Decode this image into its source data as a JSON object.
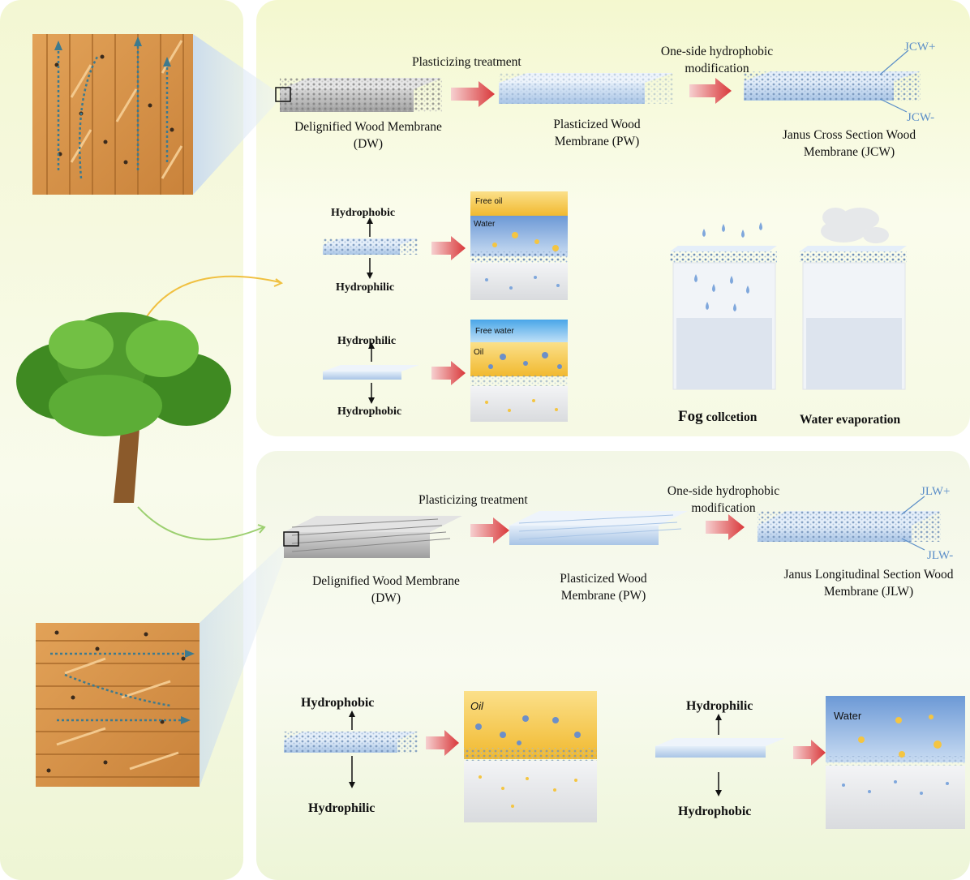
{
  "cross_section_flow": {
    "step1_label": "Plasticizing treatment",
    "step2_label_line1": "One-side hydrophobic",
    "step2_label_line2": "modification",
    "dw_line1": "Delignified Wood  Membrane",
    "dw_line2": "(DW)",
    "pw_line1": "Plasticized Wood",
    "pw_line2": "Membrane (PW)",
    "jcw_line1": "Janus Cross Section Wood",
    "jcw_line2": "Membrane (JCW)",
    "side_plus": "JCW+",
    "side_minus": "JCW-"
  },
  "cross_section_apps": {
    "oil_water_1": {
      "top_label": "Hydrophobic",
      "bottom_label": "Hydrophilic",
      "upper_phase": "Free oil",
      "lower_phase": "Water"
    },
    "oil_water_2": {
      "top_label": "Hydrophilic",
      "bottom_label": "Hydrophobic",
      "upper_phase": "Free water",
      "lower_phase": "Oil"
    },
    "fog_label_big": "Fog",
    "fog_label_rest": " collcetion",
    "evap_label": "Water evaporation"
  },
  "longitudinal_flow": {
    "step1_label": "Plasticizing treatment",
    "step2_label_line1": "One-side hydrophobic",
    "step2_label_line2": "modification",
    "dw_line1": "Delignified Wood  Membrane",
    "dw_line2": "(DW)",
    "pw_line1": "Plasticized Wood",
    "pw_line2": "Membrane (PW)",
    "jlw_line1": "Janus Longitudinal Section Wood",
    "jlw_line2": "Membrane (JLW)",
    "side_plus": "JLW+",
    "side_minus": "JLW-"
  },
  "longitudinal_apps": {
    "left": {
      "top_label": "Hydrophobic",
      "bottom_label": "Hydrophilic",
      "phase": "Oil"
    },
    "right": {
      "top_label": "Hydrophilic",
      "bottom_label": "Hydrophobic",
      "phase": "Water"
    }
  },
  "colors": {
    "wood": "#d9964a",
    "oil": "#f4c542",
    "water": "#7fa7dc",
    "arrow_red": "#d9383a",
    "tree_green": "#4f9a2d",
    "label_blue": "#5b8ec8"
  }
}
